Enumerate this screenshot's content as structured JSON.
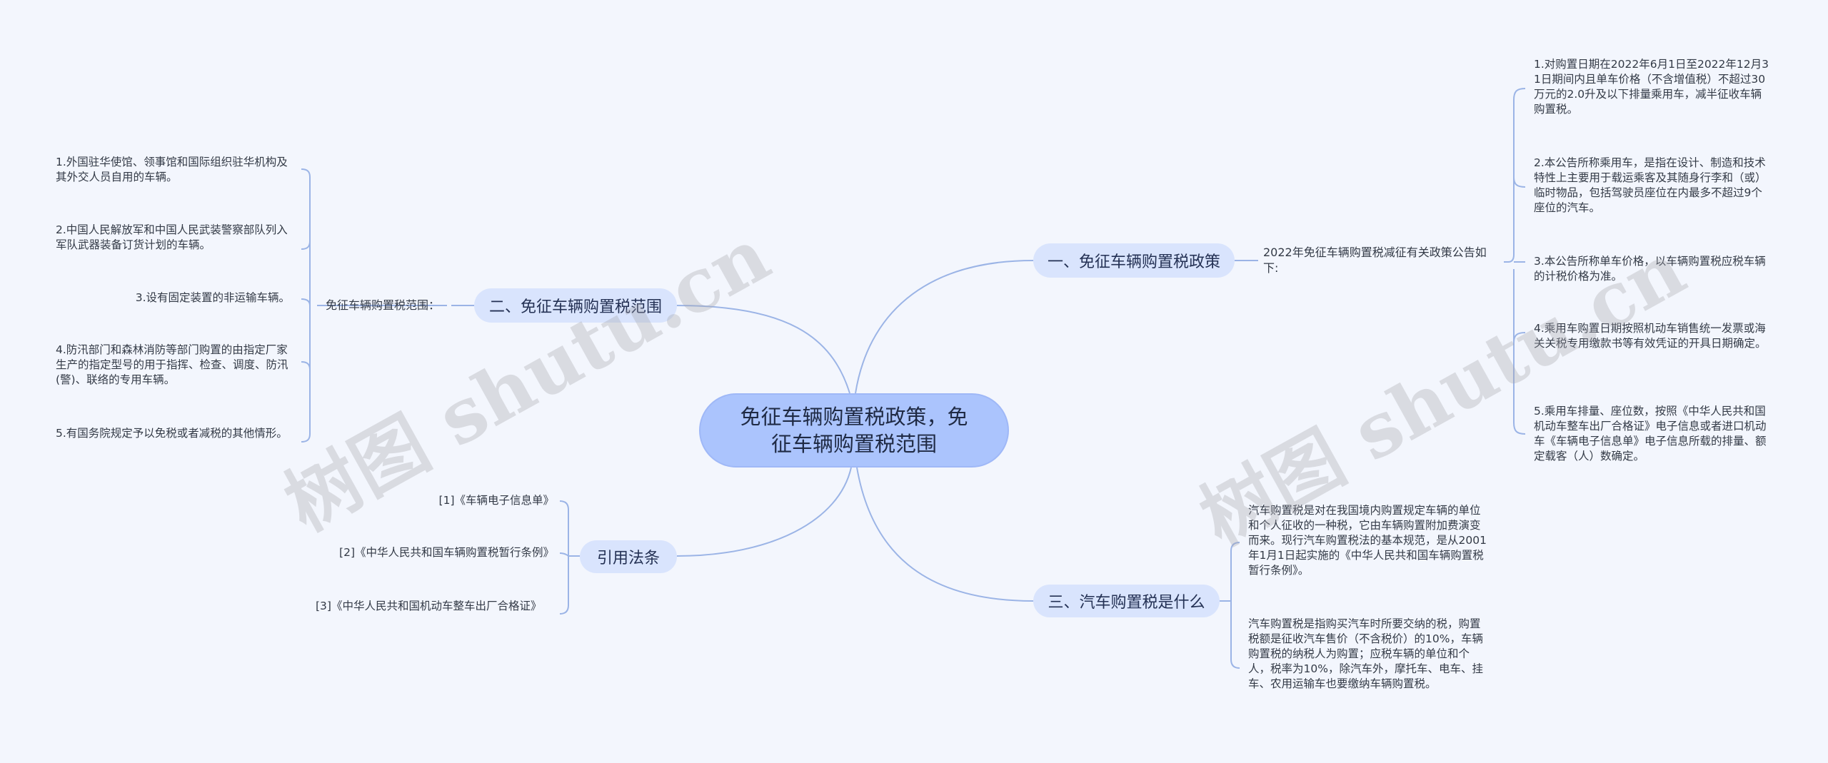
{
  "root": {
    "label": "免征车辆购置税政策，免征车辆购置税范围"
  },
  "branches": {
    "policy": {
      "label": "一、免征车辆购置税政策",
      "sub": "2022年免征车辆购置税减征有关政策公告如下:",
      "items": [
        "1.对购置日期在2022年6月1日至2022年12月31日期间内且单车价格（不含增值税）不超过30万元的2.0升及以下排量乘用车，减半征收车辆购置税。",
        "2.本公告所称乘用车，是指在设计、制造和技术特性上主要用于载运乘客及其随身行李和（或）临时物品，包括驾驶员座位在内最多不超过9个座位的汽车。",
        "3.本公告所称单车价格，以车辆购置税应税车辆的计税价格为准。",
        "4.乘用车购置日期按照机动车销售统一发票或海关关税专用缴款书等有效凭证的开具日期确定。",
        "5.乘用车排量、座位数，按照《中华人民共和国机动车整车出厂合格证》电子信息或者进口机动车《车辆电子信息单》电子信息所载的排量、额定载客（人）数确定。"
      ]
    },
    "scope": {
      "label": "二、免征车辆购置税范围",
      "sub": "免征车辆购置税范围：",
      "items": [
        "1.外国驻华使馆、领事馆和国际组织驻华机构及其外交人员自用的车辆。",
        "2.中国人民解放军和中国人民武装警察部队列入军队武器装备订货计划的车辆。",
        "3.设有固定装置的非运输车辆。",
        "4.防汛部门和森林消防等部门购置的由指定厂家生产的指定型号的用于指挥、检查、调度、防汛(警)、联络的专用车辆。",
        "5.有国务院规定予以免税或者减税的其他情形。"
      ]
    },
    "what": {
      "label": "三、汽车购置税是什么",
      "items": [
        "汽车购置税是对在我国境内购置规定车辆的单位和个人征收的一种税，它由车辆购置附加费演变而来。现行汽车购置税法的基本规范，是从2001年1月1日起实施的《中华人民共和国车辆购置税暂行条例》。",
        "汽车购置税是指购买汽车时所要交纳的税，购置税额是征收汽车售价（不含税价）的10%，车辆购置税的纳税人为购置；应税车辆的单位和个人，税率为10%，除汽车外，摩托车、电车、挂车、农用运输车也要缴纳车辆购置税。"
      ]
    },
    "refs": {
      "label": "引用法条",
      "items": [
        "[1]《车辆电子信息单》",
        "[2]《中华人民共和国车辆购置税暂行条例》",
        "[3]《中华人民共和国机动车整车出厂合格证》"
      ]
    }
  },
  "watermarks": [
    "树图 shutu.cn",
    "树图 shutu.cn"
  ],
  "colors": {
    "background": "#f3f6fd",
    "root_fill": "#abc4fd",
    "branch_fill": "#d9e4fd",
    "connector": "#9bb4e6"
  }
}
